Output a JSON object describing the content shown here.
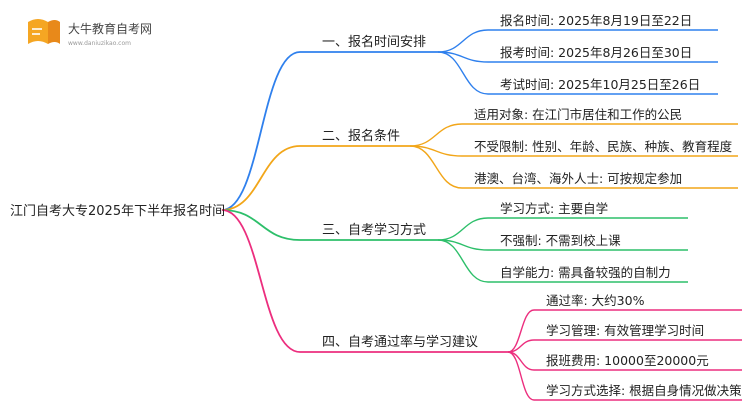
{
  "logo": {
    "name": "大牛教育自考网",
    "url": "www.daniuzikao.com"
  },
  "root": {
    "label": "江门自考大专2025年下半年报名时间"
  },
  "branches": [
    {
      "label": "一、报名时间安排",
      "color": "#2f80ed",
      "leaves": [
        "报名时间: 2025年8月19日至22日",
        "报考时间: 2025年8月26日至30日",
        "考试时间: 2025年10月25日至26日"
      ]
    },
    {
      "label": "二、报名条件",
      "color": "#f2a619",
      "leaves": [
        "适用对象: 在江门市居住和工作的公民",
        "不受限制: 性别、年龄、民族、种族、教育程度",
        "港澳、台湾、海外人士: 可按规定参加"
      ]
    },
    {
      "label": "三、自考学习方式",
      "color": "#2dbf6a",
      "leaves": [
        "学习方式: 主要自学",
        "不强制: 不需到校上课",
        "自学能力: 需具备较强的自制力"
      ]
    },
    {
      "label": "四、自考通过率与学习建议",
      "color": "#ec2e7e",
      "leaves": [
        "通过率: 大约30%",
        "学习管理: 有效管理学习时间",
        "报班费用: 10000至20000元",
        "学习方式选择: 根据自身情况做决策"
      ]
    }
  ]
}
